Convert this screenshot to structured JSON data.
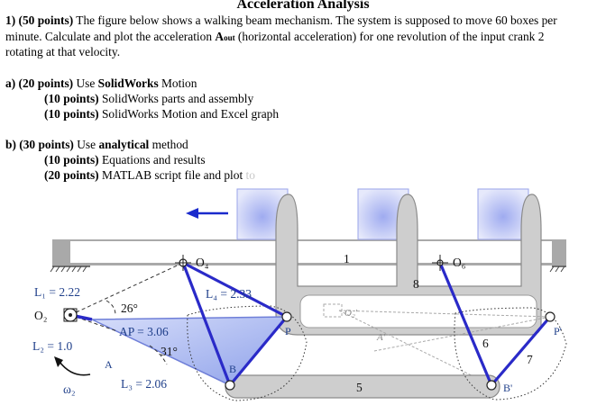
{
  "title": "Acceleration Analysis",
  "problem": {
    "q1_prefix": "1)",
    "q1_points": "(50 points)",
    "q1_text_a": " The figure below shows a walking beam mechanism. The system is supposed to move 60 boxes per",
    "q1_text_b_pre": "minute. Calculate and plot the acceleration ",
    "q1_symbol": "A",
    "q1_symbol_sub": "out",
    "q1_text_b_post": " (horizontal acceleration) for one revolution of the input crank 2",
    "q1_text_c": "rotating at that velocity.",
    "a_head_pts": "a) (20 points)",
    "a_head_use": " Use ",
    "a_head_tool": "SolidWorks",
    "a_head_rest": " Motion",
    "a_i_pts": "(10 points)",
    "a_i_text": " SolidWorks parts and assembly",
    "a_ii_pts": "(10 points)",
    "a_ii_text": " SolidWorks Motion and Excel graph",
    "b_head_pts": "b) (30 points)",
    "b_head_use": " Use ",
    "b_head_method": "analytical",
    "b_head_rest": " method",
    "b_i_pts": "(10 points)",
    "b_i_text": " Equations and results",
    "b_ii_pts": "(20 points)",
    "b_ii_text": " MATLAB script file and plot",
    "b_ii_fade": " to"
  },
  "figure": {
    "L1": "L₁ = 2.22",
    "L2": "L₂ = 1.0",
    "L3": "L₃ = 2.06",
    "L4": "L₄ = 2.33",
    "AP": "AP = 3.06",
    "angle26": "26°",
    "angle31": "31°",
    "O2": "O₂",
    "O4": "O₄",
    "O6": "O₆",
    "O2p": "O₂'",
    "A": "A",
    "Ap": "A'",
    "B": "B",
    "Bp": "B'",
    "P": "P",
    "Pp": "P'",
    "omega2": "ω₂",
    "n1": "1",
    "n5": "5",
    "n6": "6",
    "n7": "7",
    "n8": "8",
    "colors": {
      "link": "#2a2ac8",
      "beam": "#cfcfcf",
      "box": "#c6cdf6",
      "triangle": "#aab8f0"
    }
  }
}
